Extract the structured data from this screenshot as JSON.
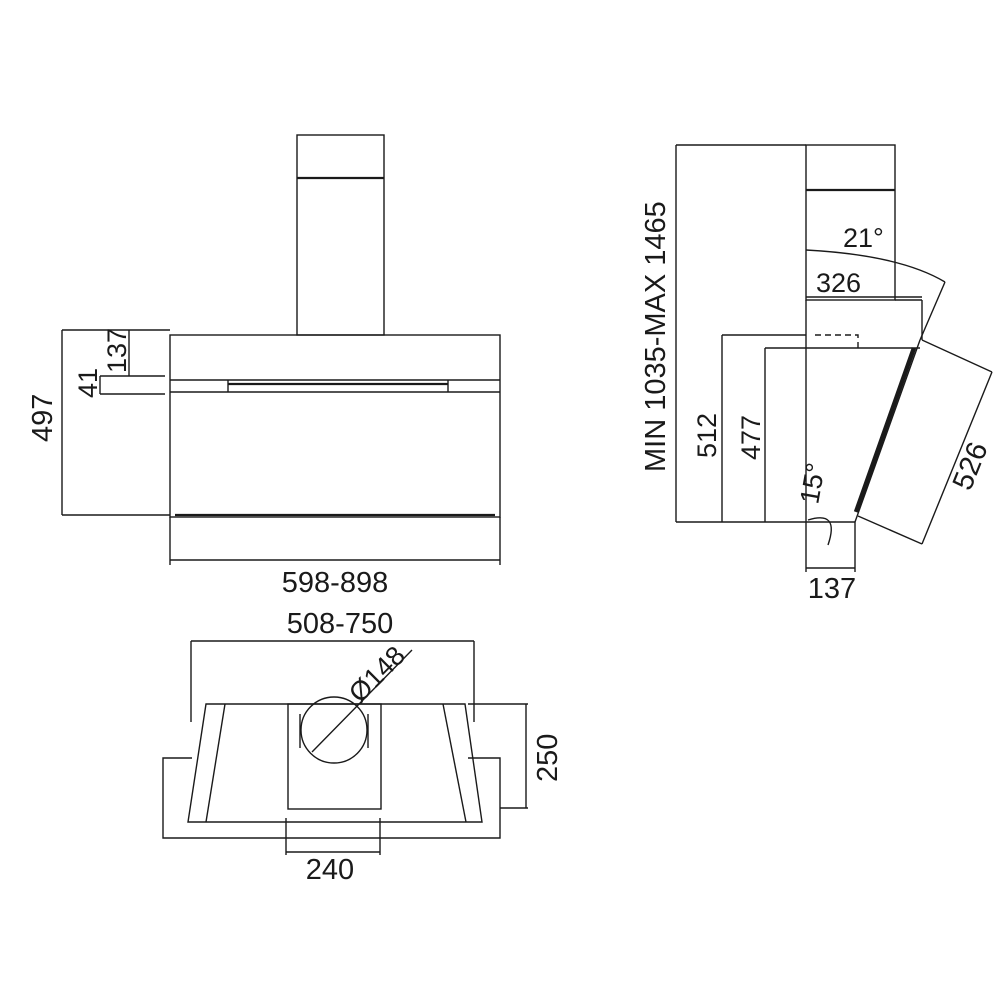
{
  "front_view": {
    "dim_height_total": "497",
    "dim_upper_panel": "137",
    "dim_handle_strip": "41",
    "dim_width": "598-898"
  },
  "side_view": {
    "dim_chimney_range": "MIN 1035-MAX 1465",
    "dim_angle_top": "21°",
    "dim_depth_top": "326",
    "dim_height_outer": "512",
    "dim_height_inner": "477",
    "dim_angle_bottom": "15°",
    "dim_bottom_depth": "137",
    "dim_glass_length": "526"
  },
  "top_view": {
    "dim_width": "508-750",
    "dim_duct_diameter": "Ø148",
    "dim_depth": "250",
    "dim_duct_width": "240"
  }
}
